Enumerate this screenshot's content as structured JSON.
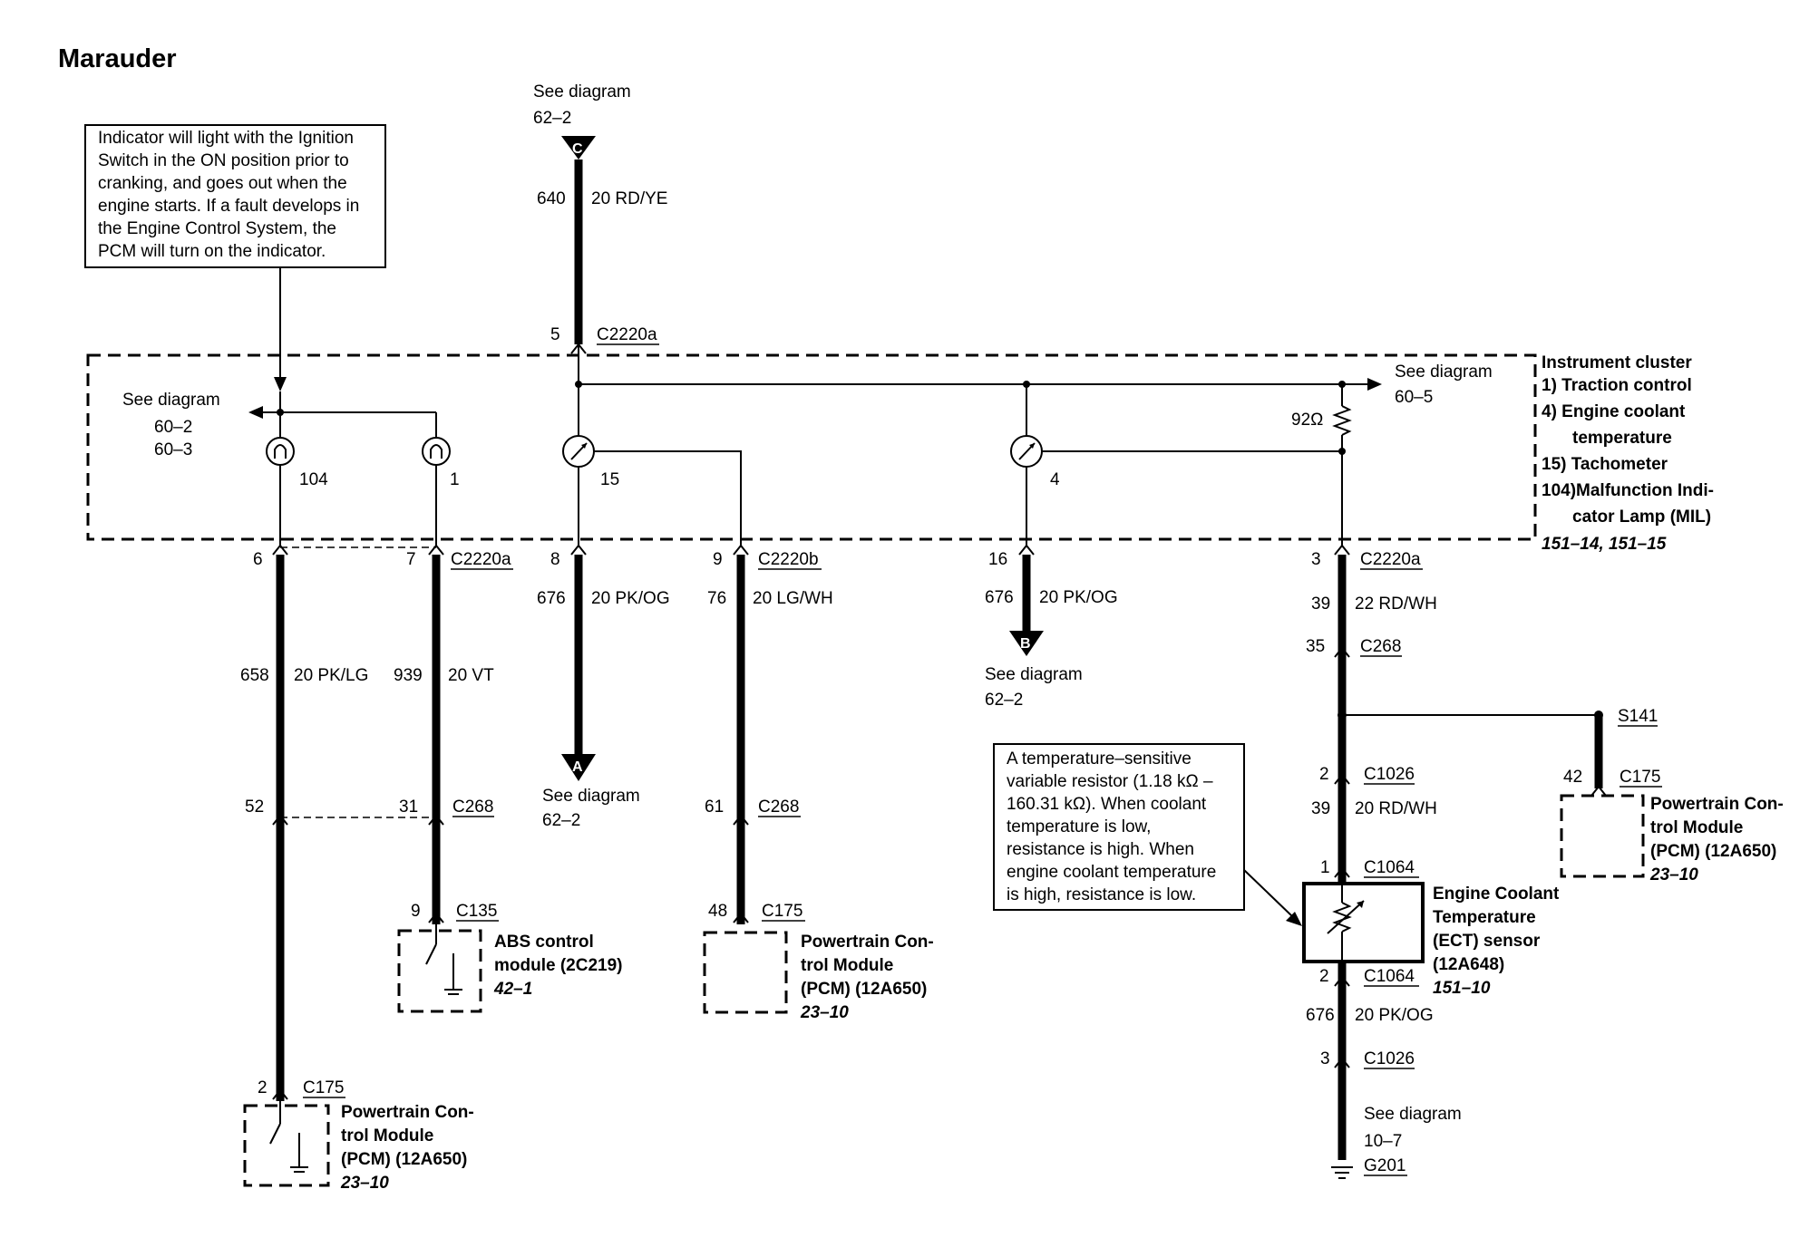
{
  "title": "Marauder",
  "notes": {
    "indicator": [
      "Indicator will light with the Ignition",
      "Switch in the ON position prior to",
      "cranking, and goes out when the",
      "engine starts.  If a fault develops in",
      "the Engine Control System, the",
      "PCM will turn on the indicator."
    ],
    "ect": [
      "A temperature–sensitive",
      "variable resistor (1.18 kΩ –",
      "160.31 kΩ).  When coolant",
      "temperature is low,",
      "resistance is high.  When",
      "engine coolant temperature",
      "is high, resistance is low."
    ]
  },
  "cluster": {
    "name": "Instrument cluster",
    "legend": [
      "1)    Traction control",
      "4)    Engine coolant",
      "temperature",
      "15) Tachometer",
      "104)Malfunction Indi-",
      "cator Lamp (MIL)"
    ],
    "ref": "151–14, 151–15",
    "resistor": "92Ω",
    "element_ids": {
      "mil": "104",
      "tc": "1",
      "tach": "15",
      "temp": "4"
    }
  },
  "see_diagrams": {
    "top": {
      "label": "See diagram",
      "ref": "62–2",
      "connector": "C"
    },
    "left": {
      "label": "See diagram",
      "refs": [
        "60–2",
        "60–3"
      ]
    },
    "right": {
      "label": "See diagram",
      "ref": "60–5"
    },
    "a": {
      "label": "See diagram",
      "ref": "62–2",
      "connector": "A"
    },
    "b": {
      "label": "See diagram",
      "ref": "62–2",
      "connector": "B"
    },
    "ground": {
      "label": "See diagram",
      "ref": "10–7",
      "ground": "G201"
    }
  },
  "wires": {
    "top": {
      "circuit": "640",
      "color": "20 RD/YE"
    },
    "mil": {
      "circuit": "658",
      "color": "20 PK/LG"
    },
    "tc": {
      "circuit": "939",
      "color": "20 VT"
    },
    "tach": {
      "circuit": "676",
      "color": "20 PK/OG"
    },
    "tach_sig": {
      "circuit": "76",
      "color": "20 LG/WH"
    },
    "temp": {
      "circuit": "676",
      "color": "20 PK/OG"
    },
    "ect_a": {
      "circuit": "39",
      "color": "22 RD/WH"
    },
    "ect_b": {
      "circuit": "39",
      "color": "20 RD/WH"
    },
    "ect_gnd": {
      "circuit": "676",
      "color": "20 PK/OG"
    }
  },
  "connectors": {
    "top_c2220a": {
      "pin": "5",
      "name": "C2220a"
    },
    "mil_c2220a": {
      "pin": "6"
    },
    "tc_c2220a": {
      "pin": "7",
      "name": "C2220a"
    },
    "tach_c2220a": {
      "pin": "8"
    },
    "sig_c2220b": {
      "pin": "9",
      "name": "C2220b"
    },
    "temp_c2220a": {
      "pin": "16"
    },
    "ect_c2220a": {
      "pin": "3",
      "name": "C2220a"
    },
    "mil_c268": {
      "pin": "52"
    },
    "tc_c268": {
      "pin": "31",
      "name": "C268"
    },
    "sig_c268": {
      "pin": "61",
      "name": "C268"
    },
    "ect_c268": {
      "pin": "35",
      "name": "C268"
    },
    "tc_c135": {
      "pin": "9",
      "name": "C135"
    },
    "sig_c175": {
      "pin": "48",
      "name": "C175"
    },
    "mil_c175": {
      "pin": "2",
      "name": "C175"
    },
    "ect_c1026_a": {
      "pin": "2",
      "name": "C1026"
    },
    "ect_c1064_a": {
      "pin": "1",
      "name": "C1064"
    },
    "ect_c1064_b": {
      "pin": "2",
      "name": "C1064"
    },
    "ect_c1026_b": {
      "pin": "3",
      "name": "C1026"
    },
    "s141_c175": {
      "pin": "42",
      "name": "C175"
    },
    "splice": {
      "name": "S141"
    }
  },
  "modules": {
    "abs": {
      "lines": [
        "ABS control",
        "module (2C219)"
      ],
      "ref": "42–1"
    },
    "pcm_mid": {
      "lines": [
        "Powertrain Con-",
        "trol Module",
        "(PCM) (12A650)"
      ],
      "ref": "23–10"
    },
    "pcm_left": {
      "lines": [
        "Powertrain Con-",
        "trol Module",
        "(PCM) (12A650)"
      ],
      "ref": "23–10"
    },
    "pcm_right": {
      "lines": [
        "Powertrain Con-",
        "trol Module",
        "(PCM) (12A650)"
      ],
      "ref": "23–10"
    },
    "ect": {
      "lines": [
        "Engine Coolant",
        "Temperature",
        "(ECT) sensor",
        "(12A648)"
      ],
      "ref": "151–10"
    }
  }
}
